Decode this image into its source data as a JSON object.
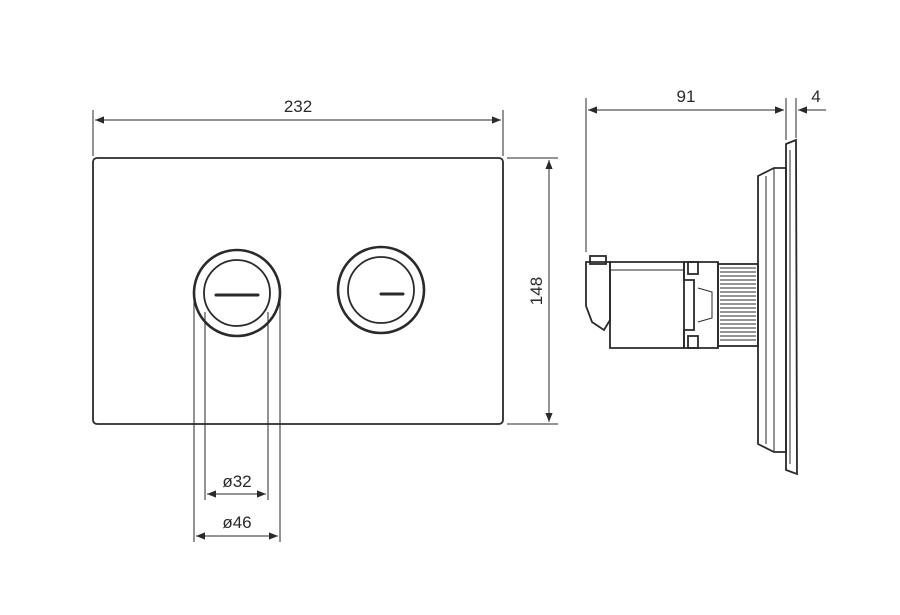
{
  "dimensions": {
    "plate_width": "232",
    "plate_height": "148",
    "button_inner_diameter": "ø32",
    "button_outer_diameter": "ø46",
    "installation_depth": "91",
    "plate_thickness": "4"
  }
}
